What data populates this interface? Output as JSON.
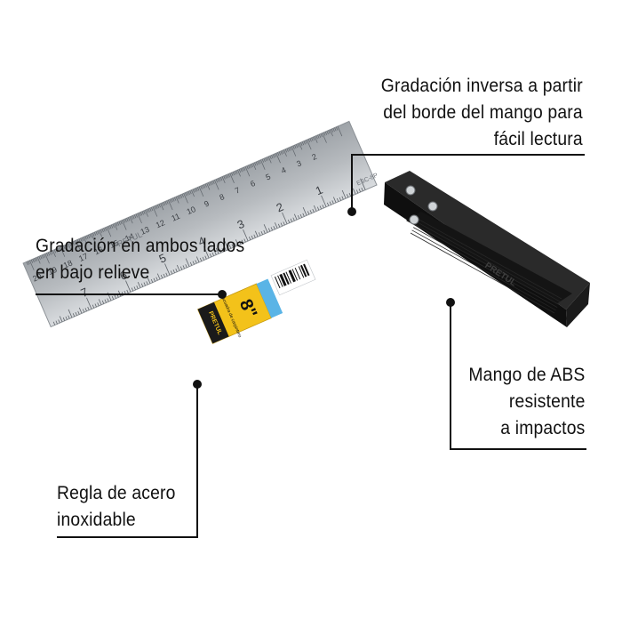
{
  "callouts": {
    "top": [
      "Gradación inversa a partir",
      "del borde del mango para",
      "fácil lectura"
    ],
    "left": [
      "Gradación en ambos lados",
      "en bajo relieve"
    ],
    "right": [
      "Mango de ABS",
      "resistente",
      "a impactos"
    ],
    "bottom": [
      "Regla de acero",
      "inoxidable"
    ]
  },
  "blade": {
    "inch_numbers": [
      "1",
      "2",
      "3",
      "4",
      "5",
      "6",
      "7"
    ],
    "cm_numbers": [
      "2",
      "3",
      "4",
      "5",
      "6",
      "7",
      "8",
      "9",
      "10",
      "11",
      "12",
      "13",
      "14",
      "15",
      "16",
      "17",
      "18",
      "19",
      "20"
    ],
    "brand": "PRETUL",
    "model": "ESC-8P"
  },
  "label": {
    "brand": "PRETUL",
    "size": "8\"",
    "text": "Escuadra de carpintero"
  },
  "handle": {
    "brand": "PRETUL"
  },
  "colors": {
    "blade": "#b4b8bc",
    "handle": "#1c1c1c",
    "label_yellow": "#f3c21a",
    "label_blue": "#5ab4e6",
    "leader": "#111111"
  }
}
